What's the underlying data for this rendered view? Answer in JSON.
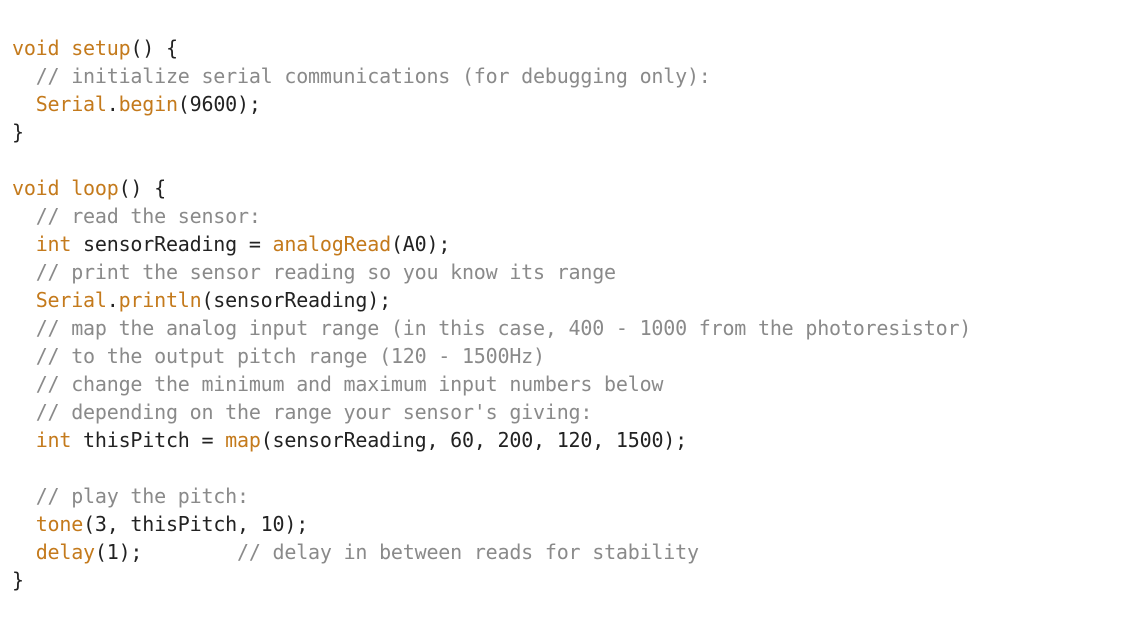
{
  "code": {
    "lines": [
      [
        {
          "t": "kw",
          "v": "void"
        },
        {
          "t": "tx",
          "v": " "
        },
        {
          "t": "fn",
          "v": "setup"
        },
        {
          "t": "tx",
          "v": "() {"
        }
      ],
      [
        {
          "t": "tx",
          "v": "  "
        },
        {
          "t": "cm",
          "v": "// initialize serial communications (for debugging only):"
        }
      ],
      [
        {
          "t": "tx",
          "v": "  "
        },
        {
          "t": "fn",
          "v": "Serial"
        },
        {
          "t": "tx",
          "v": "."
        },
        {
          "t": "fn",
          "v": "begin"
        },
        {
          "t": "tx",
          "v": "(9600);"
        }
      ],
      [
        {
          "t": "tx",
          "v": "}"
        }
      ],
      [],
      [
        {
          "t": "kw",
          "v": "void"
        },
        {
          "t": "tx",
          "v": " "
        },
        {
          "t": "fn",
          "v": "loop"
        },
        {
          "t": "tx",
          "v": "() {"
        }
      ],
      [
        {
          "t": "tx",
          "v": "  "
        },
        {
          "t": "cm",
          "v": "// read the sensor:"
        }
      ],
      [
        {
          "t": "tx",
          "v": "  "
        },
        {
          "t": "kw",
          "v": "int"
        },
        {
          "t": "tx",
          "v": " sensorReading = "
        },
        {
          "t": "fn",
          "v": "analogRead"
        },
        {
          "t": "tx",
          "v": "(A0);"
        }
      ],
      [
        {
          "t": "tx",
          "v": "  "
        },
        {
          "t": "cm",
          "v": "// print the sensor reading so you know its range"
        }
      ],
      [
        {
          "t": "tx",
          "v": "  "
        },
        {
          "t": "fn",
          "v": "Serial"
        },
        {
          "t": "tx",
          "v": "."
        },
        {
          "t": "fn",
          "v": "println"
        },
        {
          "t": "tx",
          "v": "(sensorReading);"
        }
      ],
      [
        {
          "t": "tx",
          "v": "  "
        },
        {
          "t": "cm",
          "v": "// map the analog input range (in this case, 400 - 1000 from the photoresistor)"
        }
      ],
      [
        {
          "t": "tx",
          "v": "  "
        },
        {
          "t": "cm",
          "v": "// to the output pitch range (120 - 1500Hz)"
        }
      ],
      [
        {
          "t": "tx",
          "v": "  "
        },
        {
          "t": "cm",
          "v": "// change the minimum and maximum input numbers below"
        }
      ],
      [
        {
          "t": "tx",
          "v": "  "
        },
        {
          "t": "cm",
          "v": "// depending on the range your sensor's giving:"
        }
      ],
      [
        {
          "t": "tx",
          "v": "  "
        },
        {
          "t": "kw",
          "v": "int"
        },
        {
          "t": "tx",
          "v": " thisPitch = "
        },
        {
          "t": "fn",
          "v": "map"
        },
        {
          "t": "tx",
          "v": "(sensorReading, 60, 200, 120, 1500);"
        }
      ],
      [],
      [
        {
          "t": "tx",
          "v": "  "
        },
        {
          "t": "cm",
          "v": "// play the pitch:"
        }
      ],
      [
        {
          "t": "tx",
          "v": "  "
        },
        {
          "t": "fn",
          "v": "tone"
        },
        {
          "t": "tx",
          "v": "(3, thisPitch, 10);"
        }
      ],
      [
        {
          "t": "tx",
          "v": "  "
        },
        {
          "t": "fn",
          "v": "delay"
        },
        {
          "t": "tx",
          "v": "(1);        "
        },
        {
          "t": "cm",
          "v": "// delay in between reads for stability"
        }
      ],
      [
        {
          "t": "tx",
          "v": "}"
        }
      ]
    ]
  },
  "colors": {
    "keyword": "#c47a1c",
    "comment": "#8a8a8a",
    "text": "#222222",
    "background": "#ffffff"
  }
}
